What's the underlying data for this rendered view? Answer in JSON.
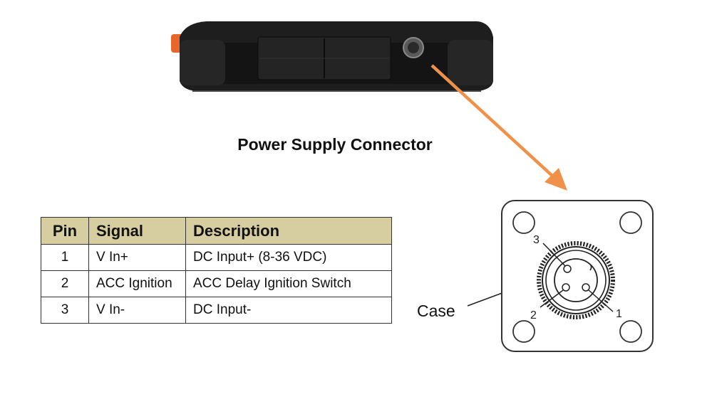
{
  "title": "Power Supply Connector",
  "table": {
    "headers": [
      "Pin",
      "Signal",
      "Description"
    ],
    "rows": [
      [
        "1",
        "V In+",
        "DC Input+ (8-36 VDC)"
      ],
      [
        "2",
        "ACC Ignition",
        "ACC Delay Ignition Switch"
      ],
      [
        "3",
        "V In-",
        "DC Input-"
      ]
    ],
    "header_color": "#d6cda0"
  },
  "connector": {
    "case_label": "Case",
    "pin_labels": [
      "1",
      "2",
      "3"
    ]
  },
  "colors": {
    "arrow": "#f0914a",
    "device_body": "#1c1c1c",
    "device_accent": "#e8662a"
  }
}
